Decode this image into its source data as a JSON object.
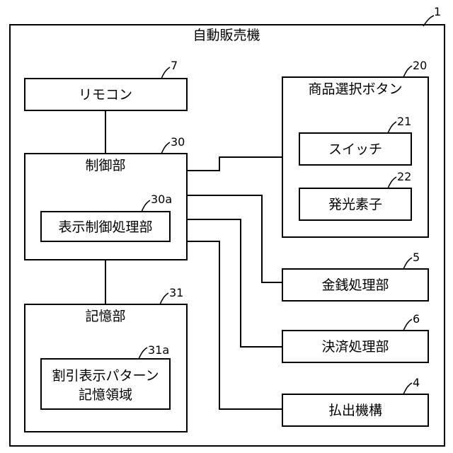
{
  "machine": {
    "label": "自動販売機",
    "ref": "1"
  },
  "remote": {
    "label": "リモコン",
    "ref": "7"
  },
  "controller": {
    "label": "制御部",
    "ref": "30"
  },
  "display_proc": {
    "label": "表示制御処理部",
    "ref": "30a"
  },
  "storage": {
    "label": "記憶部",
    "ref": "31"
  },
  "pattern_area": {
    "line1": "割引表示パターン",
    "line2": "記憶領域",
    "ref": "31a"
  },
  "product_buttons": {
    "label": "商品選択ボタン",
    "ref": "20"
  },
  "switch": {
    "label": "スイッチ",
    "ref": "21"
  },
  "led": {
    "label": "発光素子",
    "ref": "22"
  },
  "money": {
    "label": "金銭処理部",
    "ref": "5"
  },
  "payment": {
    "label": "決済処理部",
    "ref": "6"
  },
  "dispenser": {
    "label": "払出機構",
    "ref": "4"
  }
}
